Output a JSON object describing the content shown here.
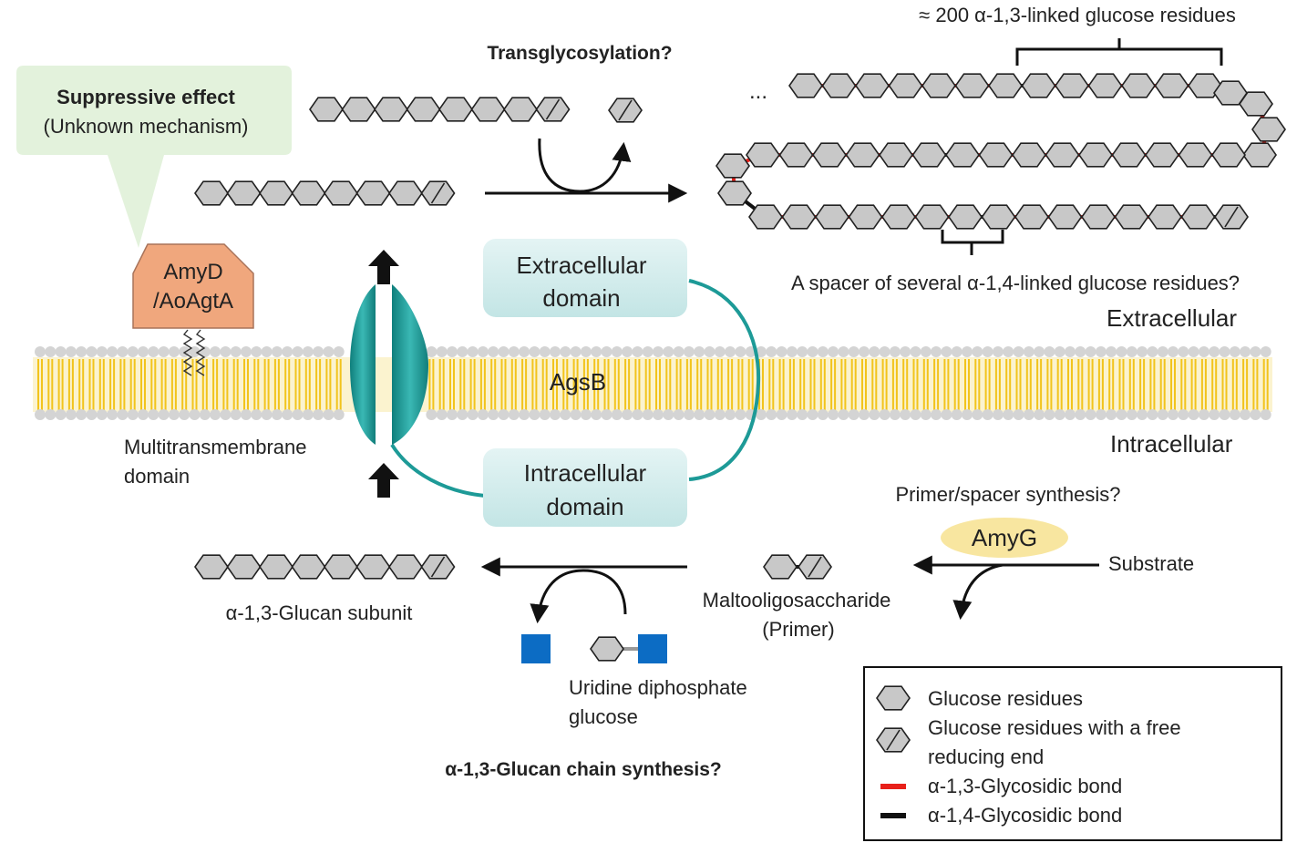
{
  "colors": {
    "alpha13_bond": "#e8201a",
    "alpha14_bond": "#111111",
    "glucose_fill": "#c8c8c8",
    "membrane_yellow": "#f2c41c",
    "membrane_head": "#d4d4d4",
    "agsb_teal": "#1d9a97",
    "domain_box": "#d3ecec",
    "callout_green": "#e3f2dc",
    "amyd_fill": "#f0a77d",
    "amyg_fill": "#f8e6a0",
    "udp_blue": "#0c6cc4"
  },
  "labels": {
    "transglycosylation": "Transglycosylation?",
    "suppressive_title": "Suppressive effect",
    "suppressive_sub": "(Unknown mechanism)",
    "amyd_line1": "AmyD",
    "amyd_line2": "/AoAgtA",
    "extracellular_domain_1": "Extracellular",
    "extracellular_domain_2": "domain",
    "intracellular_domain_1": "Intracellular",
    "intracellular_domain_2": "domain",
    "agsb": "AgsB",
    "multitm_1": "Multitransmembrane",
    "multitm_2": "domain",
    "extracellular": "Extracellular",
    "intracellular": "Intracellular",
    "residues_200": "≈ 200 α-1,3-linked glucose residues",
    "ellipsis": "...",
    "spacer": "A spacer of several α-1,4-linked glucose residues?",
    "primer_spacer": "Primer/spacer synthesis?",
    "amyg": "AmyG",
    "substrate": "Substrate",
    "malto_1": "Maltooligosaccharide",
    "malto_2": "(Primer)",
    "glucan_subunit": "α-1,3-Glucan subunit",
    "udp_1": "Uridine diphosphate",
    "udp_2": "glucose",
    "chain_synthesis": "α-1,3-Glucan chain synthesis?"
  },
  "legend": {
    "items": [
      {
        "icon": "glucose-hexagon",
        "text": "Glucose residues"
      },
      {
        "icon": "reducing-end-hexagon",
        "text": "Glucose residues with a free"
      },
      {
        "icon": "",
        "text": "reducing end"
      },
      {
        "icon": "red-bond",
        "text": "α-1,3-Glycosidic bond"
      },
      {
        "icon": "black-bond",
        "text": "α-1,4-Glycosidic bond"
      }
    ]
  }
}
